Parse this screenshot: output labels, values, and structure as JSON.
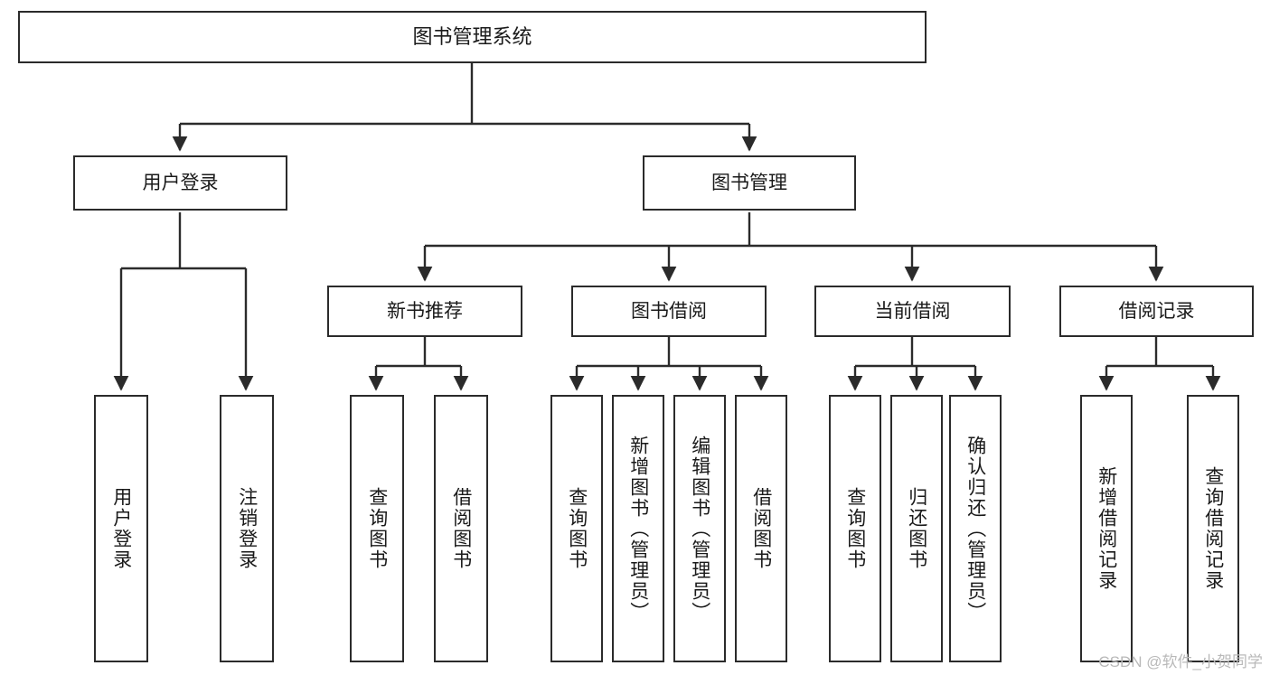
{
  "diagram": {
    "type": "tree",
    "title": "图书管理系统",
    "orientation": "top-down",
    "colors": {
      "box_border": "#2b2b2b",
      "box_fill": "#ffffff",
      "edge": "#2b2b2b",
      "text": "#1a1a1a",
      "watermark": "#b9b9b9",
      "background": "#ffffff"
    },
    "nodes": {
      "root": {
        "label": "图书管理系统"
      },
      "level2": [
        {
          "id": "user-login",
          "label": "用户登录"
        },
        {
          "id": "book-manage",
          "label": "图书管理"
        }
      ],
      "level3": [
        {
          "id": "new-book-recommend",
          "label": "新书推荐"
        },
        {
          "id": "book-borrow",
          "label": "图书借阅"
        },
        {
          "id": "current-borrow",
          "label": "当前借阅"
        },
        {
          "id": "borrow-record",
          "label": "借阅记录"
        }
      ],
      "leaves": [
        {
          "id": "leaf-user-login",
          "label": "用户登录",
          "parent": "user-login"
        },
        {
          "id": "leaf-logout",
          "label": "注销登录",
          "parent": "user-login"
        },
        {
          "id": "leaf-query-book-1",
          "label": "查询图书",
          "parent": "new-book-recommend"
        },
        {
          "id": "leaf-borrow-book-1",
          "label": "借阅图书",
          "parent": "new-book-recommend"
        },
        {
          "id": "leaf-query-book-2",
          "label": "查询图书",
          "parent": "book-borrow"
        },
        {
          "id": "leaf-add-book",
          "label": "新增图书（管理员）",
          "parent": "book-borrow"
        },
        {
          "id": "leaf-edit-book",
          "label": "编辑图书（管理员）",
          "parent": "book-borrow"
        },
        {
          "id": "leaf-borrow-book-2",
          "label": "借阅图书",
          "parent": "book-borrow"
        },
        {
          "id": "leaf-query-book-3",
          "label": "查询图书",
          "parent": "current-borrow"
        },
        {
          "id": "leaf-return-book",
          "label": "归还图书",
          "parent": "current-borrow"
        },
        {
          "id": "leaf-confirm-return",
          "label": "确认归还（管理员）",
          "parent": "current-borrow"
        },
        {
          "id": "leaf-add-record",
          "label": "新增借阅记录",
          "parent": "borrow-record"
        },
        {
          "id": "leaf-query-record",
          "label": "查询借阅记录",
          "parent": "borrow-record"
        }
      ]
    },
    "watermark": "CSDN @软件_小贺同学"
  }
}
